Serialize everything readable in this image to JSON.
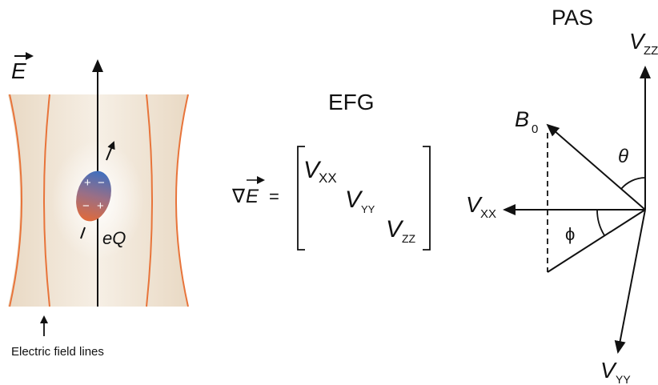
{
  "left_panel": {
    "field_symbol": "E",
    "field_lines_label": "Electric field lines",
    "charge_label": "eQ",
    "nucleus_signs": {
      "top_left": "+",
      "top_right": "−",
      "bottom_left": "−",
      "bottom_right": "+"
    }
  },
  "middle_panel": {
    "title": "EFG",
    "lhs_prefix": "∇",
    "lhs_symbol": "E",
    "equals": "=",
    "matrix": [
      {
        "main": "V",
        "sub": "XX"
      },
      {
        "main": "V",
        "sub": "YY"
      },
      {
        "main": "V",
        "sub": "ZZ"
      }
    ]
  },
  "right_panel": {
    "title": "PAS",
    "axis_z": {
      "main": "V",
      "sub": "ZZ"
    },
    "axis_x": {
      "main": "V",
      "sub": "XX"
    },
    "axis_y": {
      "main": "V",
      "sub": "YY"
    },
    "field_vector": {
      "main": "B",
      "sub": "0"
    },
    "polar_angle": "θ",
    "azimuth_angle": "ϕ"
  },
  "colors": {
    "field_band": "#efe2d2",
    "field_lines": "#e8743a",
    "nucleus_top": "#3f6fbf",
    "nucleus_bottom": "#e06a3a"
  }
}
